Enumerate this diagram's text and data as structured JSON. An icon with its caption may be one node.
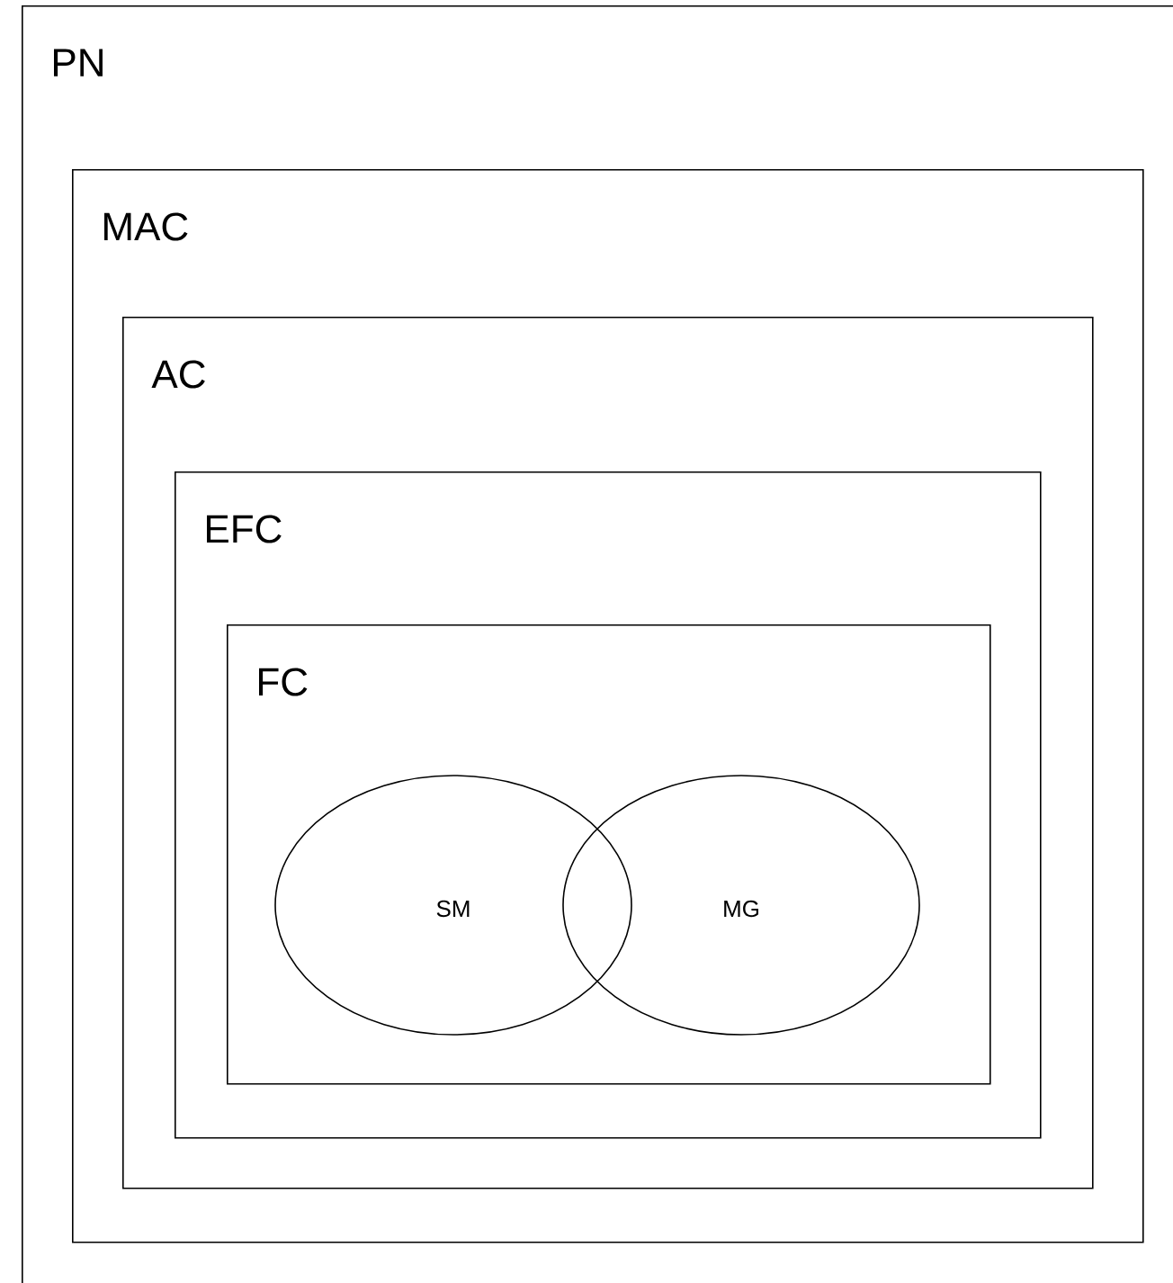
{
  "diagram": {
    "nodes": [
      {
        "text": [
          "PN"
        ]
      },
      {
        "text": [
          "MAC"
        ],
        "in": 0
      },
      {
        "text": [
          "AC"
        ],
        "in": 1
      },
      {
        "text": [
          "EFC"
        ],
        "in": 2
      },
      {
        "text": [
          "FC"
        ],
        "in": 3
      },
      {
        "text": [
          "SM"
        ],
        "in": 4
      },
      {
        "text": [
          "MG"
        ],
        "in": 4
      }
    ]
  }
}
